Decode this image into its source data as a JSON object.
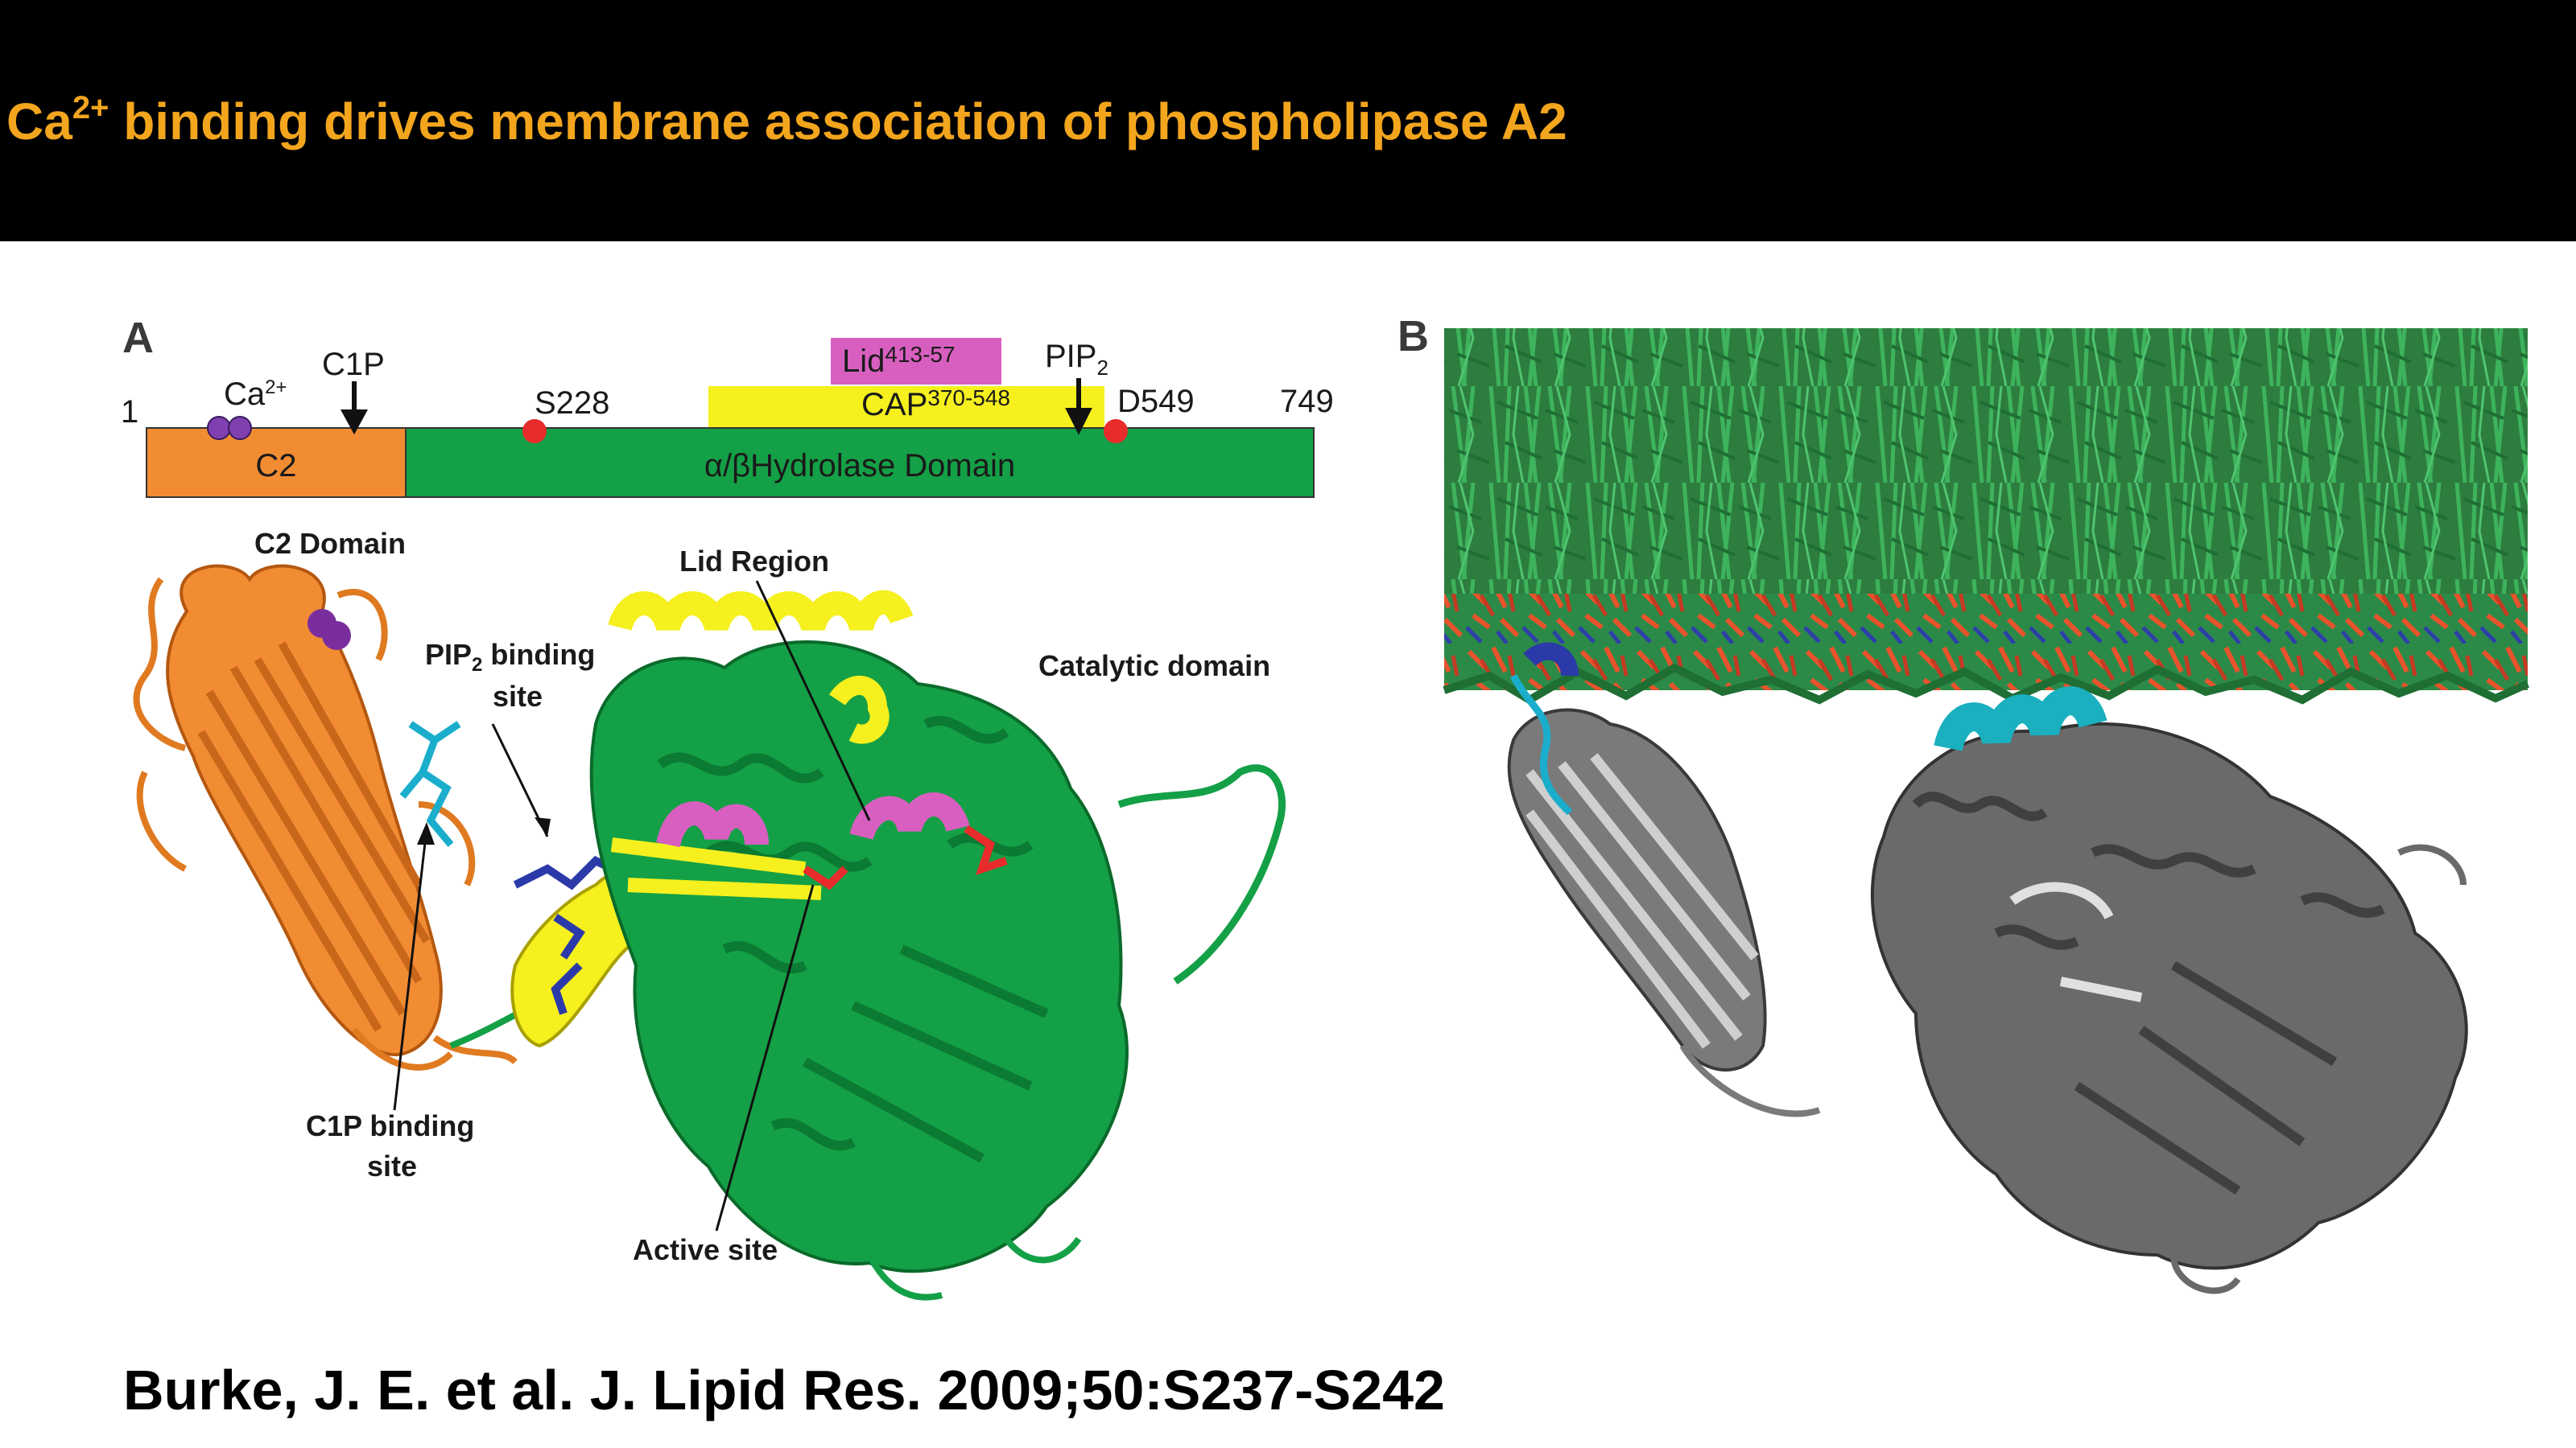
{
  "title": {
    "prefix": "Ca",
    "superscript": "2+",
    "suffix": " binding drives membrane association of phospholipase A2"
  },
  "panel_a": {
    "letter": "A",
    "domain_bar": {
      "start": "1",
      "end": "749",
      "c2_label": "C2",
      "hydrolase_label": "α/βHydrolase Domain",
      "ca_label": "Ca",
      "ca_sup": "2+",
      "c1p_label": "C1P",
      "s228_label": "S228",
      "lid_label": "Lid",
      "lid_sup": "413-57",
      "cap_label": "CAP",
      "cap_sup": "370-548",
      "pip2_label": "PIP",
      "pip2_sub": "2",
      "d549_label": "D549"
    },
    "structure_labels": {
      "c2_domain": "C2 Domain",
      "lid_region": "Lid Region",
      "pip2_site_line1": "PIP",
      "pip2_site_sub": "2",
      "pip2_site_line1_rest": " binding",
      "pip2_site_line2": "site",
      "catalytic_domain": "Catalytic domain",
      "c1p_site_line1": "C1P binding",
      "c1p_site_line2": "site",
      "active_site": "Active site"
    }
  },
  "panel_b": {
    "letter": "B"
  },
  "citation": "Burke, J. E. et al. J. Lipid Res. 2009;50:S237-S242",
  "colors": {
    "title": "#f2a51d",
    "c2": "#f28c33",
    "hydrolase": "#14a046",
    "cap": "#f5f01e",
    "lid": "#d85fc0",
    "calcium": "#8040b0",
    "ph_site": "#e82b2b",
    "pip2": "#2b3aa8",
    "c1p": "#1aaecc",
    "protein_gray": "#707070",
    "membrane_green": "#1f8a46"
  }
}
